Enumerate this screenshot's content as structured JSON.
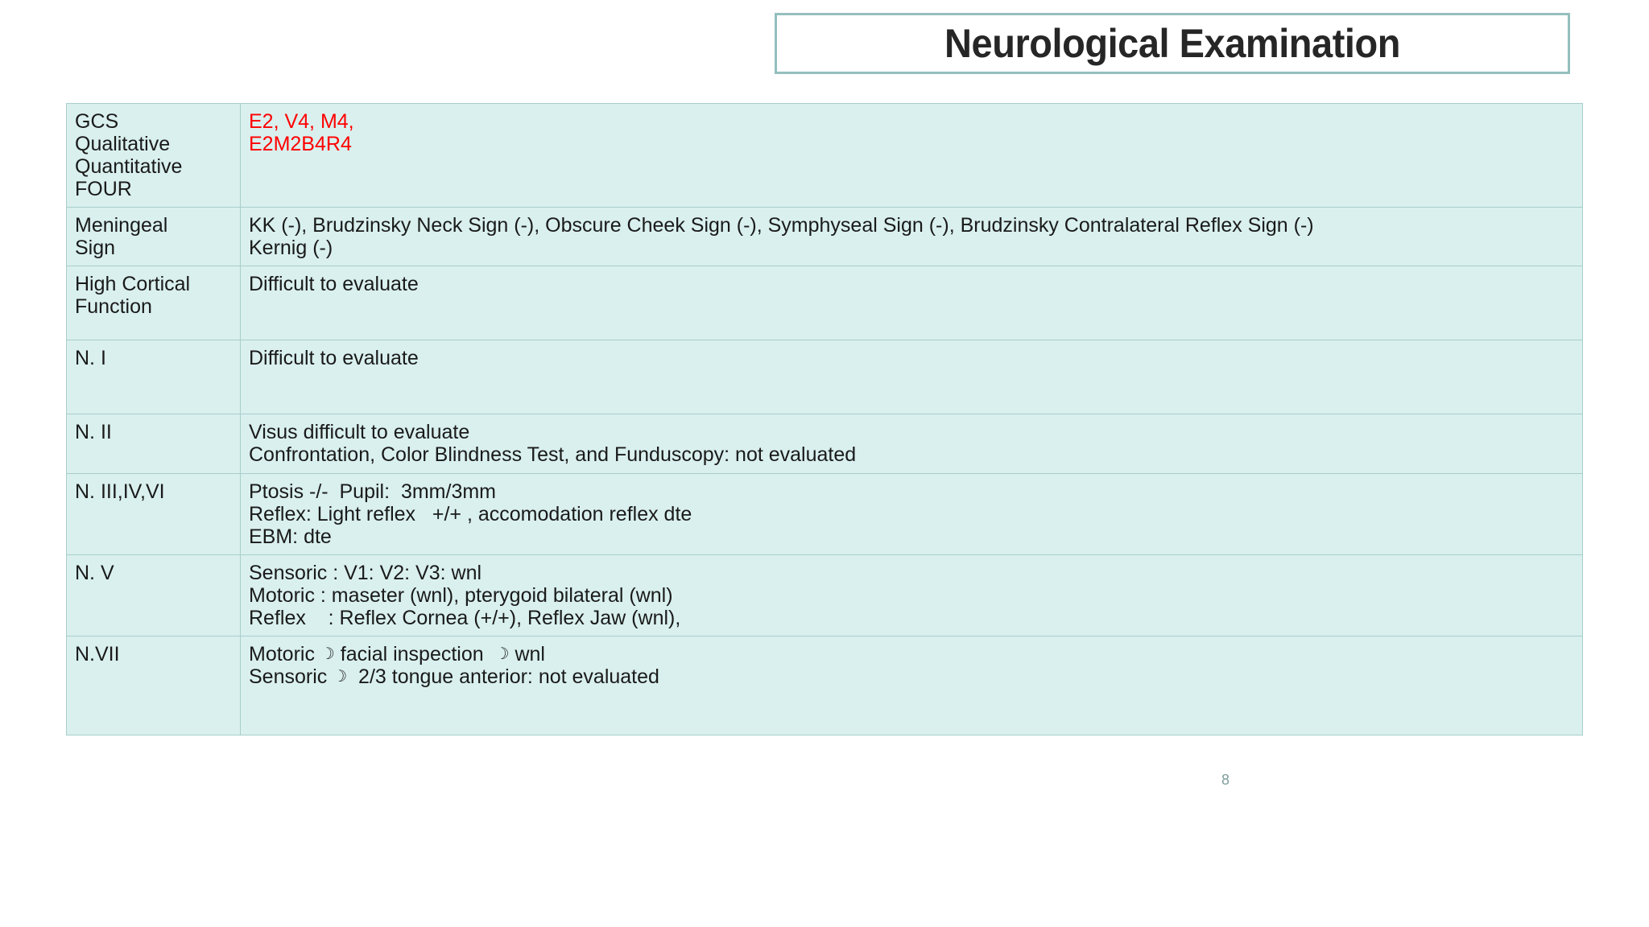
{
  "slide": {
    "title": "Neurological Examination",
    "page_number": "8",
    "accent_border": "#94bfbd",
    "table_fill": "#d9f0ee",
    "table_border": "#a8cecd",
    "highlight_color": "#ff0000"
  },
  "table": {
    "rows": [
      {
        "id": "gcs",
        "label_lines": [
          "GCS",
          "Qualitative",
          "Quantitative",
          "FOUR"
        ],
        "value_lines": [
          "E2, V4, M4,",
          "E2M2B4R4"
        ],
        "value_color": "red"
      },
      {
        "id": "meningeal-sign",
        "label_lines": [
          "Meningeal",
          "Sign"
        ],
        "value_lines": [
          "KK (-), Brudzinsky Neck Sign (-), Obscure Cheek Sign (-), Symphyseal Sign (-), Brudzinsky Contralateral Reflex Sign (-)",
          "Kernig (-)"
        ],
        "value_color": "black"
      },
      {
        "id": "high-cortical-function",
        "label_lines": [
          "High Cortical",
          "Function"
        ],
        "value_lines": [
          "Difficult to evaluate"
        ],
        "value_color": "black"
      },
      {
        "id": "nerve-1",
        "label_lines": [
          "N. I"
        ],
        "value_lines": [
          "Difficult to evaluate"
        ],
        "value_color": "black"
      },
      {
        "id": "nerve-2",
        "label_lines": [
          "N. II"
        ],
        "value_lines": [
          "Visus difficult to evaluate",
          "Confrontation, Color Blindness Test, and Funduscopy: not evaluated"
        ],
        "value_color": "black"
      },
      {
        "id": "nerve-3-4-6",
        "label_lines": [
          "N. III,IV,VI"
        ],
        "value_lines": [
          "Ptosis -/-  Pupil:  3mm/3mm",
          "Reflex: Light reflex   +/+ , accomodation reflex dte",
          "EBM: dte"
        ],
        "value_color": "black"
      },
      {
        "id": "nerve-5",
        "label_lines": [
          "N. V"
        ],
        "value_lines": [
          "Sensoric : V1: V2: V3: wnl",
          "Motoric : maseter (wnl), pterygoid bilateral (wnl)",
          "Reflex    : Reflex Cornea (+/+), Reflex Jaw (wnl),"
        ],
        "value_color": "black"
      },
      {
        "id": "nerve-7",
        "label_lines": [
          "N.VII"
        ],
        "value_segments": [
          [
            {
              "type": "text",
              "text": "Motoric "
            },
            {
              "type": "icon",
              "icon": "crescent-moon-icon",
              "glyph": "☽"
            },
            {
              "type": "text",
              "text": " facial inspection  "
            },
            {
              "type": "icon",
              "icon": "crescent-moon-icon",
              "glyph": "☽"
            },
            {
              "type": "text",
              "text": " wnl"
            }
          ],
          [
            {
              "type": "text",
              "text": "Sensoric "
            },
            {
              "type": "icon",
              "icon": "crescent-moon-icon",
              "glyph": "☽"
            },
            {
              "type": "text",
              "text": "  2/3 tongue anterior: not evaluated"
            }
          ]
        ],
        "value_color": "black"
      }
    ]
  }
}
